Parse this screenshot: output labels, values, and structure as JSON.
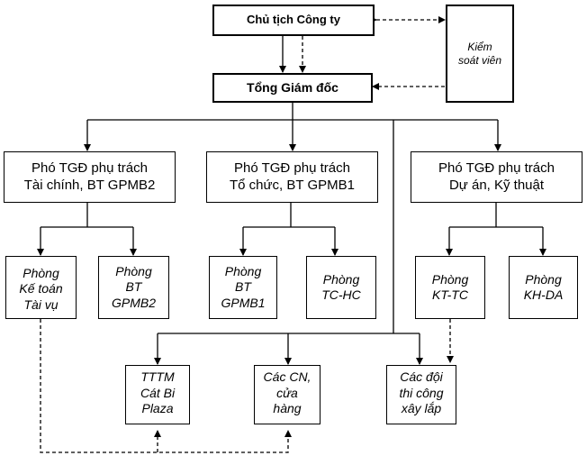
{
  "chairman": "Chủ tịch Công ty",
  "supervisor": [
    "Kiểm",
    "soát viên"
  ],
  "ceo": "Tổng Giám đốc",
  "deputies": [
    {
      "line1": "Phó TGĐ phụ trách",
      "line2": "Tài chính, BT GPMB2"
    },
    {
      "line1": "Phó TGĐ phụ trách",
      "line2": "Tổ chức, BT GPMB1"
    },
    {
      "line1": "Phó TGĐ phụ trách",
      "line2": "Dự án, Kỹ thuật"
    }
  ],
  "departments": [
    [
      "Phòng",
      "Kế toán",
      "Tài vụ"
    ],
    [
      "Phòng",
      "BT",
      "GPMB2"
    ],
    [
      "Phòng",
      "BT",
      "GPMB1"
    ],
    [
      "Phòng",
      "TC-HC"
    ],
    [
      "Phòng",
      "KT-TC"
    ],
    [
      "Phòng",
      "KH-DA"
    ]
  ],
  "units": [
    [
      "TTTM",
      "Cát Bi",
      "Plaza"
    ],
    [
      "Các CN,",
      "cửa",
      "hàng"
    ],
    [
      "Các đội",
      "thi công",
      "xây lắp"
    ]
  ]
}
